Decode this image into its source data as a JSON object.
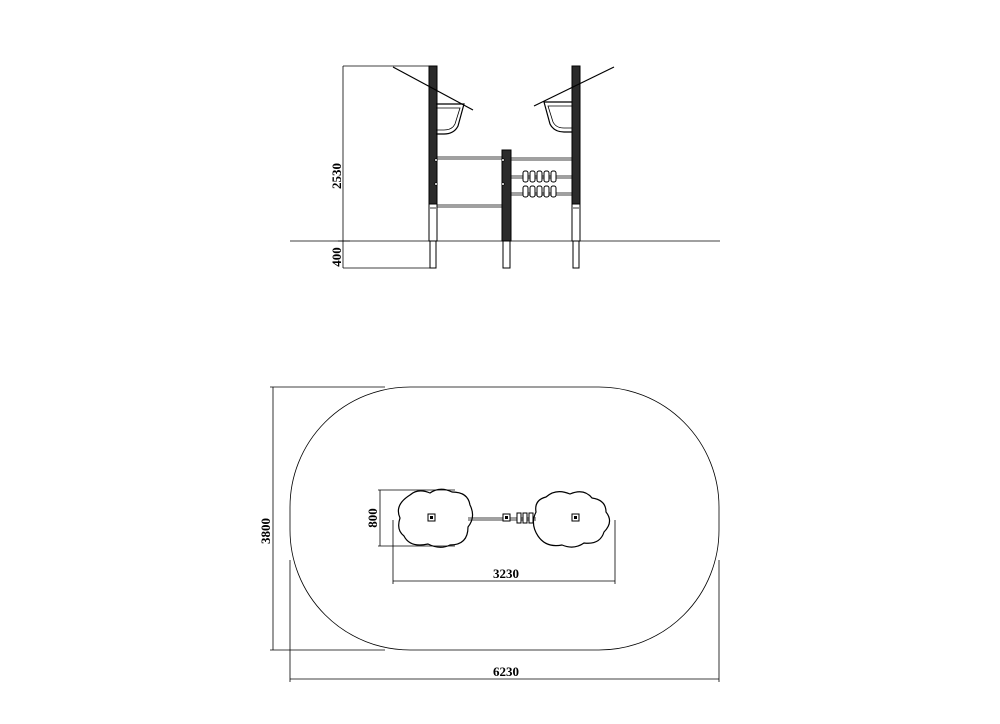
{
  "elevation": {
    "height_above_ground": "2530",
    "foundation_depth": "400"
  },
  "plan": {
    "safety_zone_width": "6230",
    "safety_zone_depth": "3800",
    "equipment_length": "3230",
    "equipment_width": "800"
  }
}
